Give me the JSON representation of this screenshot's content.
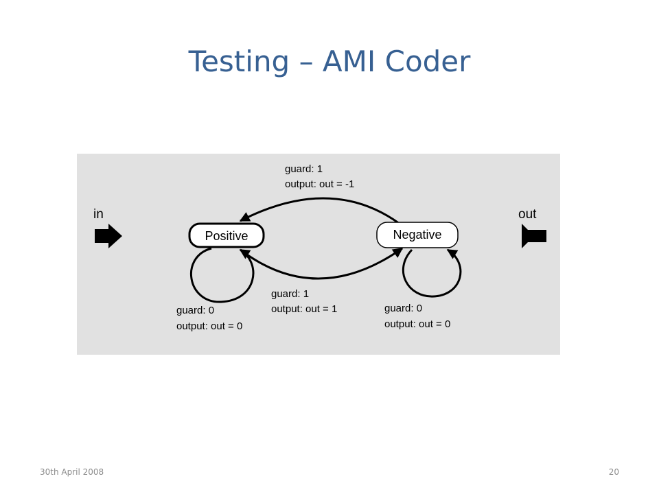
{
  "slide": {
    "title": "Testing – AMI Coder",
    "footer_date": "30th April 2008",
    "page_number": "20"
  },
  "diagram": {
    "ports": {
      "input_label": "in",
      "output_label": "out"
    },
    "states": {
      "positive": "Positive",
      "negative": "Negative"
    },
    "transitions": {
      "negative_to_positive": {
        "guard": "guard: 1",
        "output": "output: out = -1"
      },
      "positive_to_negative": {
        "guard": "guard: 1",
        "output": "output: out = 1"
      },
      "positive_self_loop": {
        "guard": "guard: 0",
        "output": "output: out = 0"
      },
      "negative_self_loop": {
        "guard": "guard: 0",
        "output": "output: out = 0"
      }
    }
  },
  "colors": {
    "title": "#376092",
    "panel_background": "#e1e1e1",
    "stroke": "#000000",
    "state_fill": "#ffffff",
    "footer_text": "#8c8c8c"
  }
}
